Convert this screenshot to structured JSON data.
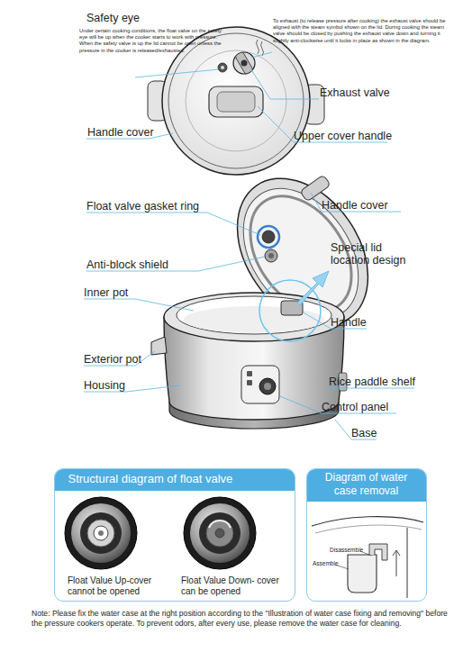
{
  "diagram": {
    "nodes": [
      {
        "text": [
          "Structural diagram of float valve",
          "Float Value Up-cover cannot be opened",
          "Float Value Down- cover can be opened"
        ]
      },
      {
        "text": [
          "Diagram of water case removal",
          "Disassemble",
          "Assemble"
        ]
      }
    ],
    "labels": [
      "Safety eye",
      "Under certain cooking conditions, the float valve on the safety eye will be up when the cooker starts to work with pressure. When the safety valve is up the lid cannot be open unless the pressure in the cooker is released/exhausted.",
      "To exhaust (to release pressure after cooking) the exhaust valve should be aligned with the steam symbol shown on the lid. During cooking the steam valve should be closed by pushing the exhaust valve down and turning it slightly anti-clockwise until it locks in place as shown in the diagram.",
      "Exhaust valve",
      "Handle cover",
      "Upper cover handle",
      "Float valve gasket ring",
      "Handle cover",
      "Anti-block shield",
      "Special lid location design",
      "Inner pot",
      "Handle",
      "Exterior pot",
      "Rice paddle shelf",
      "Housing",
      "Control panel",
      "Base",
      "Note: Please fix the water case at the right position according to the \"Illustration of water case fixing and removing\" before the pressure cookers operate. To prevent odors, after every use, please remove the water case for cleaning."
    ]
  }
}
